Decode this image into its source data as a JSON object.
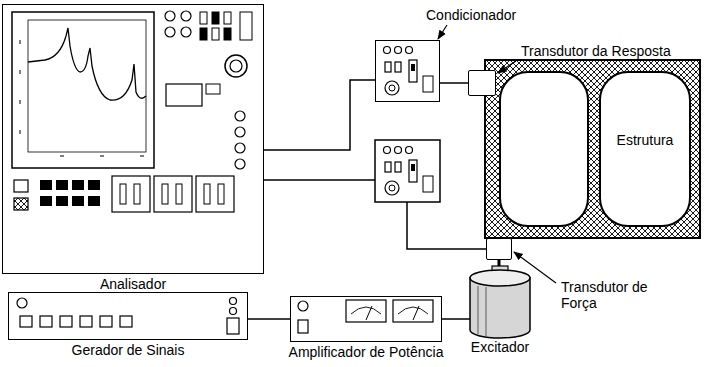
{
  "diagram": {
    "nodes": [
      {
        "text": [
          "Condicionador"
        ]
      },
      {
        "text": [
          "Transdutor da Resposta"
        ]
      },
      {
        "text": [
          "Estrutura"
        ]
      },
      {
        "text": [
          "Analisador"
        ]
      },
      {
        "text": [
          "Transdutor de Força"
        ]
      },
      {
        "text": [
          "Gerador de Sinais"
        ]
      },
      {
        "text": [
          "Amplificador de Potência"
        ]
      },
      {
        "text": [
          "Excitador"
        ]
      }
    ],
    "edges": [
      {
        "from": 3,
        "to": 0,
        "arrow": "none"
      },
      {
        "from": 0,
        "to": 1,
        "arrow": "none"
      },
      {
        "from": 5,
        "to": 6,
        "arrow": "none"
      },
      {
        "from": 6,
        "to": 7,
        "arrow": "none"
      },
      {
        "from": 7,
        "to": 4,
        "arrow": "none"
      }
    ]
  }
}
